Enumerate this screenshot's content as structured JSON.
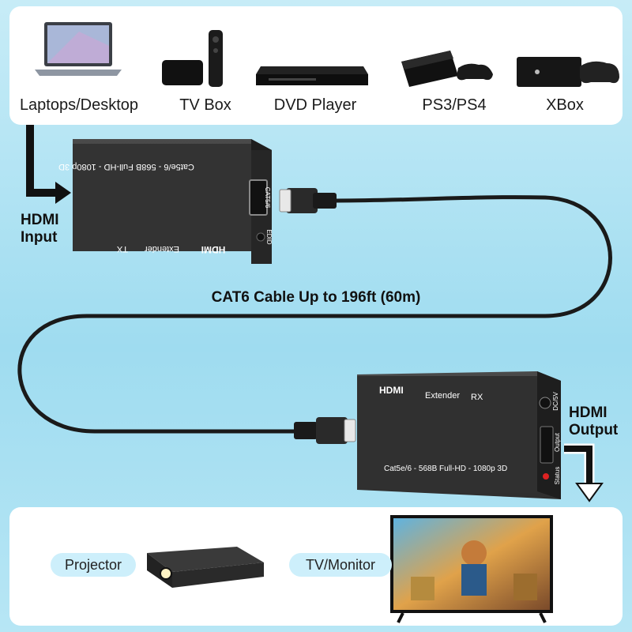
{
  "sources": [
    {
      "label": "Laptops/Desktop",
      "icon": "laptop-icon"
    },
    {
      "label": "TV Box",
      "icon": "tv-box-icon"
    },
    {
      "label": "DVD Player",
      "icon": "dvd-player-icon"
    },
    {
      "label": "PS3/PS4",
      "icon": "game-console-icon"
    },
    {
      "label": "XBox",
      "icon": "xbox-icon"
    }
  ],
  "tx_unit": {
    "brand": "HDMI",
    "label": "Extender",
    "role": "TX",
    "spec": "Cat5e/6 - 568B  Full-HD - 1080p 3D",
    "port_label": "CAT5/6",
    "button_label": "EDID"
  },
  "rx_unit": {
    "brand": "HDMI",
    "label": "Extender",
    "role": "RX",
    "spec": "Cat5e/6 - 568B  Full-HD - 1080p 3D",
    "port_label": "DC/5V",
    "output_label": "Output",
    "status_label": "Status"
  },
  "hdmi_input_label": "HDMI Input",
  "hdmi_output_label": "HDMI Output",
  "cable_label": "CAT6 Cable Up to 196ft (60m)",
  "displays": [
    {
      "label": "Projector",
      "icon": "projector-icon"
    },
    {
      "label": "TV/Monitor",
      "icon": "tv-monitor-icon"
    }
  ],
  "colors": {
    "background": "#aee2f3",
    "panel": "#ffffff",
    "pill": "#cdeffb",
    "device": "#3a3a3a"
  }
}
